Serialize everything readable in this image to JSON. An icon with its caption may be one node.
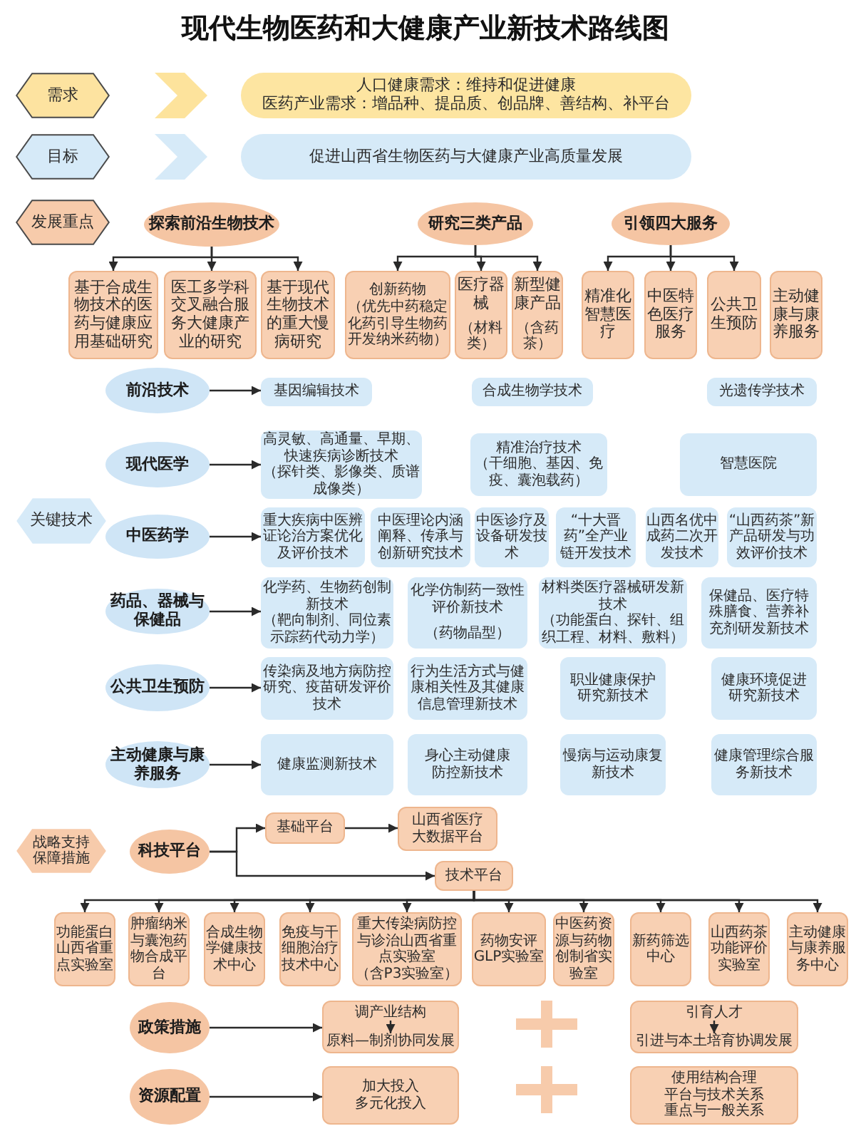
{
  "diagram": {
    "title": "现代生物医药和大健康产业新技术路线图",
    "nodes": [
      {
        "text": [
          "需求"
        ]
      },
      {
        "text": [
          "人口健康需求：维持和促进健康",
          "医药产业需求：增品种、提品质、创品牌、善结构、补平台"
        ]
      },
      {
        "text": [
          "目标"
        ]
      },
      {
        "text": [
          "促进山西省生物医药与大健康产业高质量发展"
        ]
      },
      {
        "text": [
          "发展重点"
        ]
      },
      {
        "text": [
          "探索前沿生物技术"
        ]
      },
      {
        "text": [
          "研究三类产品"
        ]
      },
      {
        "text": [
          "引领四大服务"
        ]
      },
      {
        "text": [
          "基于合成生物技术的医药与健康应用基础研究"
        ]
      },
      {
        "text": [
          "医工多学科交叉融合服务大健康产业的研究"
        ]
      },
      {
        "text": [
          "基于现代生物技术的重大慢病研究"
        ]
      },
      {
        "text": [
          "创新药物",
          "（优先中药稳定化药引导生物药开发纳米药物）"
        ]
      },
      {
        "text": [
          "医疗器械",
          "（材料类）"
        ]
      },
      {
        "text": [
          "新型健康产品",
          "（含药茶）"
        ]
      },
      {
        "text": [
          "精准化智慧医疗"
        ]
      },
      {
        "text": [
          "中医特色医疗服务"
        ]
      },
      {
        "text": [
          "公共卫生预防"
        ]
      },
      {
        "text": [
          "主动健康与康养服务"
        ]
      },
      {
        "text": [
          "关键技术"
        ]
      },
      {
        "text": [
          "前沿技术"
        ]
      },
      {
        "text": [
          "基因编辑技术"
        ]
      },
      {
        "text": [
          "合成生物学技术"
        ]
      },
      {
        "text": [
          "光遗传学技术"
        ]
      },
      {
        "text": [
          "现代医学"
        ]
      },
      {
        "text": [
          "高灵敏、高通量、早期、快速疾病诊断技术",
          "（探针类、影像类、质谱成像类）"
        ]
      },
      {
        "text": [
          "精准治疗技术",
          "（干细胞、基因、免疫、囊泡载药）"
        ]
      },
      {
        "text": [
          "智慧医院"
        ]
      },
      {
        "text": [
          "中医药学"
        ]
      },
      {
        "text": [
          "重大疾病中医辨证论治方案优化及评价技术"
        ]
      },
      {
        "text": [
          "中医理论内涵阐释、传承与创新研究技术"
        ]
      },
      {
        "text": [
          "中医诊疗及设备研发技术"
        ]
      },
      {
        "text": [
          "“十大晋药”全产业链开发技术"
        ]
      },
      {
        "text": [
          "山西名优中成药二次开发技术"
        ]
      },
      {
        "text": [
          "“山西药茶”新产品研发与功效评价技术"
        ]
      },
      {
        "text": [
          "药品、器械与保健品"
        ]
      },
      {
        "text": [
          "化学药、生物药创制新技术",
          "（靶向制剂、同位素示踪药代动力学）"
        ]
      },
      {
        "text": [
          "化学仿制药一致性评价新技术",
          "（药物晶型）"
        ]
      },
      {
        "text": [
          "材料类医疗器械研发新技术",
          "（功能蛋白、探针、组织工程、材料、敷料）"
        ]
      },
      {
        "text": [
          "保健品、医疗特殊膳食、营养补充剂研发新技术"
        ]
      },
      {
        "text": [
          "公共卫生预防"
        ]
      },
      {
        "text": [
          "传染病及地方病防控研究、疫苗研发评价技术"
        ]
      },
      {
        "text": [
          "行为生活方式与健康相关性及其健康信息管理新技术"
        ]
      },
      {
        "text": [
          "职业健康保护研究新技术"
        ]
      },
      {
        "text": [
          "健康环境促进研究新技术"
        ]
      },
      {
        "text": [
          "主动健康与康养服务"
        ]
      },
      {
        "text": [
          "健康监测新技术"
        ]
      },
      {
        "text": [
          "身心主动健康防控新技术"
        ]
      },
      {
        "text": [
          "慢病与运动康复新技术"
        ]
      },
      {
        "text": [
          "健康管理综合服务新技术"
        ]
      },
      {
        "text": [
          "战略支持保障措施"
        ]
      },
      {
        "text": [
          "科技平台"
        ]
      },
      {
        "text": [
          "基础平台"
        ]
      },
      {
        "text": [
          "山西省医疗大数据平台"
        ]
      },
      {
        "text": [
          "技术平台"
        ]
      },
      {
        "text": [
          "功能蛋白山西省重点实验室"
        ]
      },
      {
        "text": [
          "肿瘤纳米与囊泡药物合成平台"
        ]
      },
      {
        "text": [
          "合成生物学健康技术中心"
        ]
      },
      {
        "text": [
          "免疫与干细胞治疗技术中心"
        ]
      },
      {
        "text": [
          "重大传染病防控与诊治山西省重点实验室",
          "（含P3实验室）"
        ]
      },
      {
        "text": [
          "药物安评GLP实验室"
        ]
      },
      {
        "text": [
          "中医药资源与药物创制省实验室"
        ]
      },
      {
        "text": [
          "新药筛选中心"
        ]
      },
      {
        "text": [
          "山西药茶功能评价实验室"
        ]
      },
      {
        "text": [
          "主动健康与康养服务中心"
        ]
      },
      {
        "text": [
          "政策措施"
        ]
      },
      {
        "text": [],
        "shape": "box"
      },
      {
        "text": [
          "调产业结构"
        ],
        "in": 65
      },
      {
        "text": [
          "原料—制剂协同发展"
        ],
        "in": 65
      },
      {
        "text": [],
        "shape": "box"
      },
      {
        "text": [
          "引育人才"
        ],
        "in": 68
      },
      {
        "text": [
          "引进与本土培育协调发展"
        ],
        "in": 68
      },
      {
        "text": [
          "资源配置"
        ]
      },
      {
        "text": [
          "加大投入",
          "多元化投入"
        ]
      },
      {
        "text": [
          "使用结构合理",
          "平台与技术关系",
          "重点与一般关系"
        ]
      }
    ],
    "edges": [
      {
        "from": 0,
        "to": 1,
        "arrow": "to",
        "style": "thick",
        "color": "#fde39c"
      },
      {
        "from": 2,
        "to": 3,
        "arrow": "to",
        "style": "thick",
        "color": "#d6eaf8"
      },
      {
        "from": 5,
        "to": 8,
        "arrow": "to"
      },
      {
        "from": 5,
        "to": 9,
        "arrow": "to"
      },
      {
        "from": 5,
        "to": 10,
        "arrow": "to"
      },
      {
        "from": 6,
        "to": 11,
        "arrow": "to"
      },
      {
        "from": 6,
        "to": 12,
        "arrow": "to"
      },
      {
        "from": 6,
        "to": 13,
        "arrow": "to"
      },
      {
        "from": 7,
        "to": 14,
        "arrow": "to"
      },
      {
        "from": 7,
        "to": 15,
        "arrow": "to"
      },
      {
        "from": 7,
        "to": 16,
        "arrow": "to"
      },
      {
        "from": 19,
        "to": 20,
        "arrow": "to"
      },
      {
        "from": 23,
        "to": 24,
        "arrow": "to"
      },
      {
        "from": 27,
        "to": 28,
        "arrow": "to"
      },
      {
        "from": 34,
        "to": 35,
        "arrow": "to"
      },
      {
        "from": 39,
        "to": 40,
        "arrow": "to"
      },
      {
        "from": 44,
        "to": 45,
        "arrow": "to"
      },
      {
        "from": 50,
        "to": 51,
        "arrow": "to"
      },
      {
        "from": 50,
        "to": 53,
        "arrow": "to"
      },
      {
        "from": 51,
        "to": 52,
        "arrow": "to"
      },
      {
        "from": 53,
        "to": 54,
        "arrow": "to"
      },
      {
        "from": 53,
        "to": 55,
        "arrow": "to"
      },
      {
        "from": 53,
        "to": 56,
        "arrow": "to"
      },
      {
        "from": 53,
        "to": 57,
        "arrow": "to"
      },
      {
        "from": 53,
        "to": 58,
        "arrow": "to"
      },
      {
        "from": 53,
        "to": 59,
        "arrow": "to"
      },
      {
        "from": 53,
        "to": 60,
        "arrow": "to"
      },
      {
        "from": 53,
        "to": 61,
        "arrow": "to"
      },
      {
        "from": 53,
        "to": 62,
        "arrow": "to"
      },
      {
        "from": 53,
        "to": 63,
        "arrow": "to"
      },
      {
        "from": 64,
        "to": 65,
        "arrow": "to"
      },
      {
        "from": 66,
        "to": 67,
        "arrow": "to"
      },
      {
        "from": 69,
        "to": 70,
        "arrow": "to"
      },
      {
        "from": 71,
        "to": 72,
        "arrow": "to"
      }
    ]
  }
}
